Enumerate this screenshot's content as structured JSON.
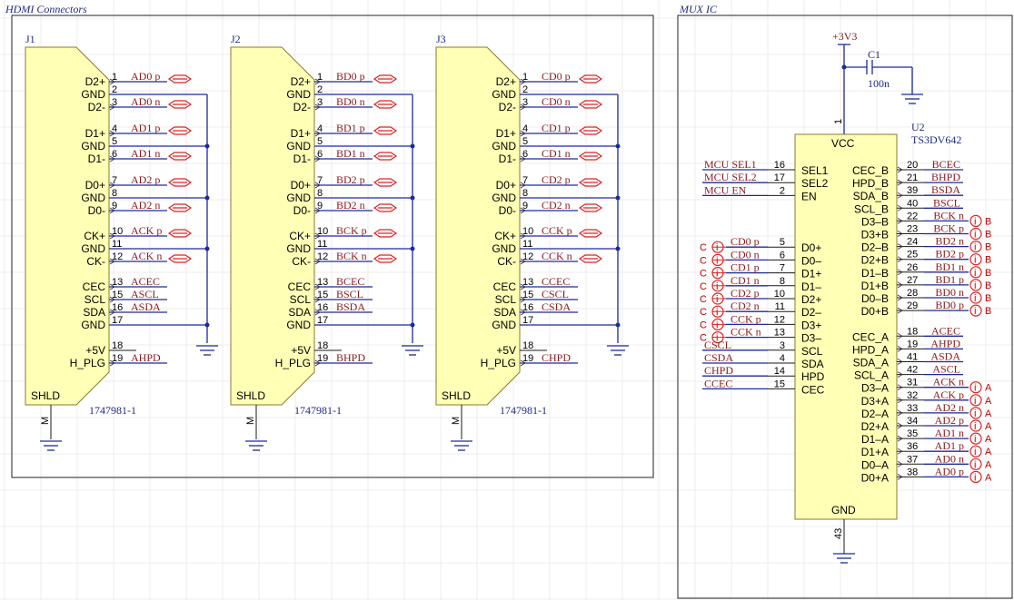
{
  "sheet": {
    "left_title": "HDMI Connectors",
    "right_title": "MUX IC"
  },
  "connectors": [
    {
      "ref": "J1",
      "part": "1747981-1",
      "shield": "SHLD",
      "shield_pin": "M",
      "pins": [
        {
          "name": "D2+",
          "num": "1",
          "net": "AD0_p",
          "diff": true
        },
        {
          "name": "GND",
          "num": "2",
          "net": "",
          "diff": false
        },
        {
          "name": "D2-",
          "num": "3",
          "net": "AD0_n",
          "diff": true
        },
        {
          "name": "D1+",
          "num": "4",
          "net": "AD1_p",
          "diff": true
        },
        {
          "name": "GND",
          "num": "5",
          "net": "",
          "diff": false
        },
        {
          "name": "D1-",
          "num": "6",
          "net": "AD1_n",
          "diff": true
        },
        {
          "name": "D0+",
          "num": "7",
          "net": "AD2_p",
          "diff": true
        },
        {
          "name": "GND",
          "num": "8",
          "net": "",
          "diff": false
        },
        {
          "name": "D0-",
          "num": "9",
          "net": "AD2_n",
          "diff": true
        },
        {
          "name": "CK+",
          "num": "10",
          "net": "ACK_p",
          "diff": true
        },
        {
          "name": "GND",
          "num": "11",
          "net": "",
          "diff": false
        },
        {
          "name": "CK-",
          "num": "12",
          "net": "ACK_n",
          "diff": true
        },
        {
          "name": "CEC",
          "num": "13",
          "net": "ACEC",
          "diff": false
        },
        {
          "name": "SCL",
          "num": "15",
          "net": "ASCL",
          "diff": false
        },
        {
          "name": "SDA",
          "num": "16",
          "net": "ASDA",
          "diff": false
        },
        {
          "name": "GND",
          "num": "17",
          "net": "",
          "diff": false
        },
        {
          "name": "+5V",
          "num": "18",
          "net": "",
          "diff": false
        },
        {
          "name": "H_PLG",
          "num": "19",
          "net": "AHPD",
          "diff": false
        }
      ]
    },
    {
      "ref": "J2",
      "part": "1747981-1",
      "shield": "SHLD",
      "shield_pin": "M",
      "pins": [
        {
          "name": "D2+",
          "num": "1",
          "net": "BD0_p",
          "diff": true
        },
        {
          "name": "GND",
          "num": "2",
          "net": "",
          "diff": false
        },
        {
          "name": "D2-",
          "num": "3",
          "net": "BD0_n",
          "diff": true
        },
        {
          "name": "D1+",
          "num": "4",
          "net": "BD1_p",
          "diff": true
        },
        {
          "name": "GND",
          "num": "5",
          "net": "",
          "diff": false
        },
        {
          "name": "D1-",
          "num": "6",
          "net": "BD1_n",
          "diff": true
        },
        {
          "name": "D0+",
          "num": "7",
          "net": "BD2_p",
          "diff": true
        },
        {
          "name": "GND",
          "num": "8",
          "net": "",
          "diff": false
        },
        {
          "name": "D0-",
          "num": "9",
          "net": "BD2_n",
          "diff": true
        },
        {
          "name": "CK+",
          "num": "10",
          "net": "BCK_p",
          "diff": true
        },
        {
          "name": "GND",
          "num": "11",
          "net": "",
          "diff": false
        },
        {
          "name": "CK-",
          "num": "12",
          "net": "BCK_n",
          "diff": true
        },
        {
          "name": "CEC",
          "num": "13",
          "net": "BCEC",
          "diff": false
        },
        {
          "name": "SCL",
          "num": "15",
          "net": "BSCL",
          "diff": false
        },
        {
          "name": "SDA",
          "num": "16",
          "net": "BSDA",
          "diff": false
        },
        {
          "name": "GND",
          "num": "17",
          "net": "",
          "diff": false
        },
        {
          "name": "+5V",
          "num": "18",
          "net": "",
          "diff": false
        },
        {
          "name": "H_PLG",
          "num": "19",
          "net": "BHPD",
          "diff": false
        }
      ]
    },
    {
      "ref": "J3",
      "part": "1747981-1",
      "shield": "SHLD",
      "shield_pin": "M",
      "pins": [
        {
          "name": "D2+",
          "num": "1",
          "net": "CD0_p",
          "diff": true
        },
        {
          "name": "GND",
          "num": "2",
          "net": "",
          "diff": false
        },
        {
          "name": "D2-",
          "num": "3",
          "net": "CD0_n",
          "diff": true
        },
        {
          "name": "D1+",
          "num": "4",
          "net": "CD1_p",
          "diff": true
        },
        {
          "name": "GND",
          "num": "5",
          "net": "",
          "diff": false
        },
        {
          "name": "D1-",
          "num": "6",
          "net": "CD1_n",
          "diff": true
        },
        {
          "name": "D0+",
          "num": "7",
          "net": "CD2_p",
          "diff": true
        },
        {
          "name": "GND",
          "num": "8",
          "net": "",
          "diff": false
        },
        {
          "name": "D0-",
          "num": "9",
          "net": "CD2_n",
          "diff": true
        },
        {
          "name": "CK+",
          "num": "10",
          "net": "CCK_p",
          "diff": true
        },
        {
          "name": "GND",
          "num": "11",
          "net": "",
          "diff": false
        },
        {
          "name": "CK-",
          "num": "12",
          "net": "CCK_n",
          "diff": true
        },
        {
          "name": "CEC",
          "num": "13",
          "net": "CCEC",
          "diff": false
        },
        {
          "name": "SCL",
          "num": "15",
          "net": "CSCL",
          "diff": false
        },
        {
          "name": "SDA",
          "num": "16",
          "net": "CSDA",
          "diff": false
        },
        {
          "name": "GND",
          "num": "17",
          "net": "",
          "diff": false
        },
        {
          "name": "+5V",
          "num": "18",
          "net": "",
          "diff": false
        },
        {
          "name": "H_PLG",
          "num": "19",
          "net": "CHPD",
          "diff": false
        }
      ]
    }
  ],
  "mux": {
    "ref": "U2",
    "part": "TS3DV642",
    "vcc_label": "VCC",
    "gnd_label": "GND",
    "vcc_pin": "1",
    "gnd_pin": "43",
    "power_net": "+3V3",
    "cap_ref": "C1",
    "cap_value": "100n",
    "left_pins": [
      {
        "name": "SEL1",
        "num": "16",
        "net": "MCU_SEL1",
        "port": ""
      },
      {
        "name": "SEL2",
        "num": "17",
        "net": "MCU_SEL2",
        "port": ""
      },
      {
        "name": "EN",
        "num": "2",
        "net": "MCU_EN",
        "port": ""
      },
      {
        "name": "",
        "num": "",
        "net": "",
        "port": ""
      },
      {
        "name": "",
        "num": "",
        "net": "",
        "port": ""
      },
      {
        "name": "",
        "num": "",
        "net": "",
        "port": ""
      },
      {
        "name": "D0+",
        "num": "5",
        "net": "CD0_p",
        "port": "C"
      },
      {
        "name": "D0–",
        "num": "6",
        "net": "CD0_n",
        "port": "C"
      },
      {
        "name": "D1+",
        "num": "7",
        "net": "CD1_p",
        "port": "C"
      },
      {
        "name": "D1–",
        "num": "8",
        "net": "CD1_n",
        "port": "C"
      },
      {
        "name": "D2+",
        "num": "10",
        "net": "CD2_p",
        "port": "C"
      },
      {
        "name": "D2–",
        "num": "11",
        "net": "CD2_n",
        "port": "C"
      },
      {
        "name": "D3+",
        "num": "12",
        "net": "CCK_p",
        "port": "C"
      },
      {
        "name": "D3–",
        "num": "13",
        "net": "CCK_n",
        "port": "C"
      },
      {
        "name": "SCL",
        "num": "3",
        "net": "CSCL",
        "port": ""
      },
      {
        "name": "SDA",
        "num": "4",
        "net": "CSDA",
        "port": ""
      },
      {
        "name": "HPD",
        "num": "14",
        "net": "CHPD",
        "port": ""
      },
      {
        "name": "CEC",
        "num": "15",
        "net": "CCEC",
        "port": ""
      }
    ],
    "right_pins": [
      {
        "name": "CEC_B",
        "num": "20",
        "net": "BCEC",
        "port": ""
      },
      {
        "name": "HPD_B",
        "num": "21",
        "net": "BHPD",
        "port": ""
      },
      {
        "name": "SDA_B",
        "num": "39",
        "net": "BSDA",
        "port": ""
      },
      {
        "name": "SCL_B",
        "num": "40",
        "net": "BSCL",
        "port": ""
      },
      {
        "name": "D3–B",
        "num": "22",
        "net": "BCK_n",
        "port": "B"
      },
      {
        "name": "D3+B",
        "num": "23",
        "net": "BCK_p",
        "port": "B"
      },
      {
        "name": "D2–B",
        "num": "24",
        "net": "BD2_n",
        "port": "B"
      },
      {
        "name": "D2+B",
        "num": "25",
        "net": "BD2_p",
        "port": "B"
      },
      {
        "name": "D1–B",
        "num": "26",
        "net": "BD1_n",
        "port": "B"
      },
      {
        "name": "D1+B",
        "num": "27",
        "net": "BD1_p",
        "port": "B"
      },
      {
        "name": "D0–B",
        "num": "28",
        "net": "BD0_n",
        "port": "B"
      },
      {
        "name": "D0+B",
        "num": "29",
        "net": "BD0_p",
        "port": "B"
      },
      {
        "name": "",
        "num": "",
        "net": "",
        "port": ""
      },
      {
        "name": "CEC_A",
        "num": "18",
        "net": "ACEC",
        "port": ""
      },
      {
        "name": "HPD_A",
        "num": "19",
        "net": "AHPD",
        "port": ""
      },
      {
        "name": "SDA_A",
        "num": "41",
        "net": "ASDA",
        "port": ""
      },
      {
        "name": "SCL_A",
        "num": "42",
        "net": "ASCL",
        "port": ""
      },
      {
        "name": "D3–A",
        "num": "31",
        "net": "ACK_n",
        "port": "A"
      },
      {
        "name": "D3+A",
        "num": "32",
        "net": "ACK_p",
        "port": "A"
      },
      {
        "name": "D2–A",
        "num": "33",
        "net": "AD2_n",
        "port": "A"
      },
      {
        "name": "D2+A",
        "num": "34",
        "net": "AD2_p",
        "port": "A"
      },
      {
        "name": "D1–A",
        "num": "35",
        "net": "AD1_n",
        "port": "A"
      },
      {
        "name": "D1+A",
        "num": "36",
        "net": "AD1_p",
        "port": "A"
      },
      {
        "name": "D0–A",
        "num": "37",
        "net": "AD0_n",
        "port": "A"
      },
      {
        "name": "D0+A",
        "num": "38",
        "net": "AD0_p",
        "port": "A"
      }
    ]
  },
  "colors": {
    "wire": "#1c2a9c",
    "body_fill": "#ffffb5",
    "net_label": "#8b1a1a",
    "port_marker": "#e02020"
  }
}
